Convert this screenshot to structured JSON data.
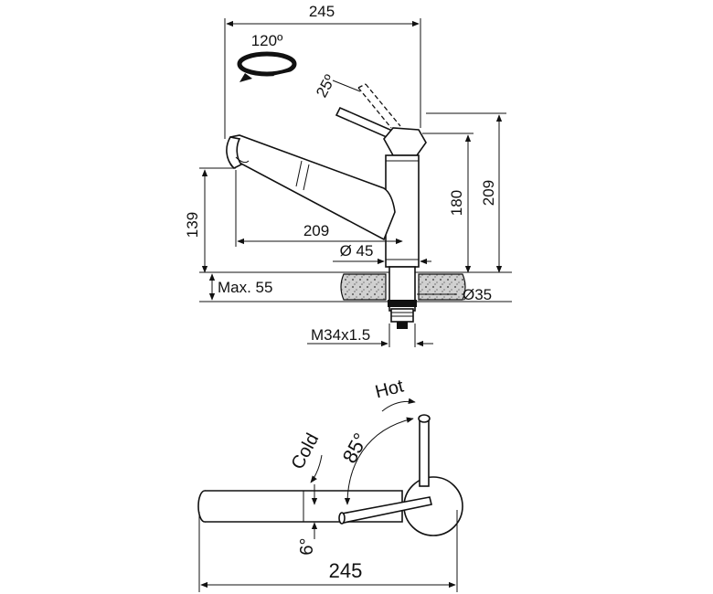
{
  "side_view": {
    "width_label": "245",
    "swivel_label": "120º",
    "tilt_label": "25º",
    "height_209_label": "209",
    "height_180_label": "180",
    "spout_height_label": "139",
    "reach_label": "209",
    "diameter_45_label": "Ø 45",
    "max_thickness_label": "Max. 55",
    "diameter_35_label": "Ø35",
    "thread_label": "M34x1.5"
  },
  "top_view": {
    "hot_label": "Hot",
    "cold_label": "Cold",
    "angle_85_label": "85°",
    "angle_6_label": "6°",
    "length_label": "245"
  },
  "colors": {
    "line": "#111111",
    "granite": "#bdbdbd"
  }
}
